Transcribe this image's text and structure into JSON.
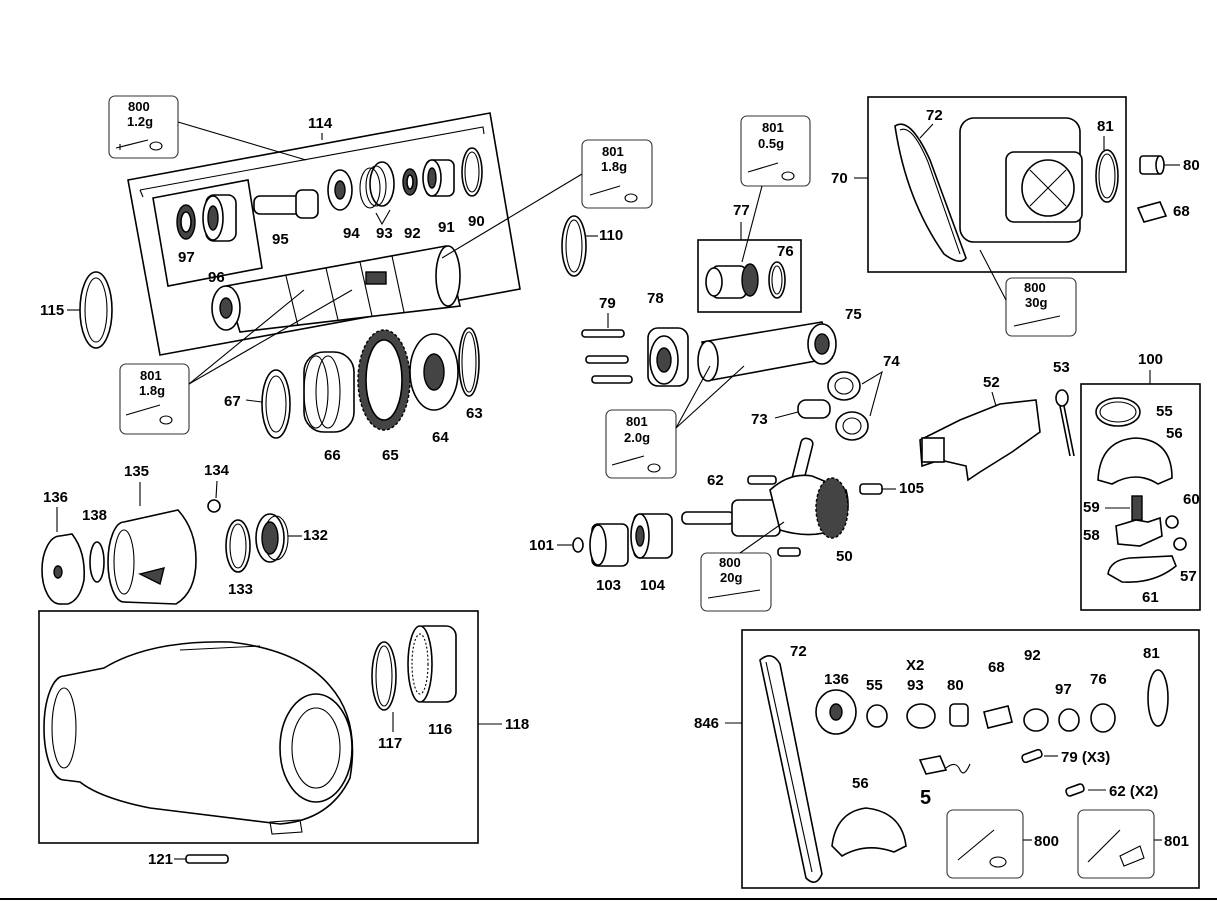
{
  "parts": {
    "p114": "114",
    "p97": "97",
    "p96": "96",
    "p95": "95",
    "p94": "94",
    "p93": "93",
    "p92": "92",
    "p91": "91",
    "p90": "90",
    "p115": "115",
    "p110": "110",
    "p77": "77",
    "p76": "76",
    "p70": "70",
    "p72": "72",
    "p81": "81",
    "p80": "80",
    "p68": "68",
    "p79": "79",
    "p78": "78",
    "p75": "75",
    "p74": "74",
    "p73": "73",
    "p67": "67",
    "p66": "66",
    "p65": "65",
    "p64": "64",
    "p63": "63",
    "p52": "52",
    "p53": "53",
    "p100": "100",
    "p55": "55",
    "p56": "56",
    "p59": "59",
    "p60": "60",
    "p58": "58",
    "p57": "57",
    "p61": "61",
    "p62": "62",
    "p105": "105",
    "p101": "101",
    "p103": "103",
    "p104": "104",
    "p50": "50",
    "p136": "136",
    "p138": "138",
    "p135": "135",
    "p134": "134",
    "p133": "133",
    "p132": "132",
    "p117": "117",
    "p116": "116",
    "p118": "118",
    "p121": "121"
  },
  "grease_callouts": [
    {
      "code": "800",
      "amount": "1.2g"
    },
    {
      "code": "801",
      "amount": "1.8g"
    },
    {
      "code": "801",
      "amount": "0.5g"
    },
    {
      "code": "801",
      "amount": "1.8g"
    },
    {
      "code": "801",
      "amount": "2.0g"
    },
    {
      "code": "800",
      "amount": "20g"
    },
    {
      "code": "800",
      "amount": "30g"
    }
  ],
  "kit": {
    "number": "846",
    "labels": {
      "k72": "72",
      "k136": "136",
      "k55": "55",
      "k93x": "X2",
      "k93": "93",
      "k80": "80",
      "k68": "68",
      "k92": "92",
      "k97": "97",
      "k76": "76",
      "k81": "81",
      "k56": "56",
      "k5": "5",
      "k79": "79 (X3)",
      "k62": "62 (X2)",
      "k800": "800",
      "k801": "801"
    }
  }
}
